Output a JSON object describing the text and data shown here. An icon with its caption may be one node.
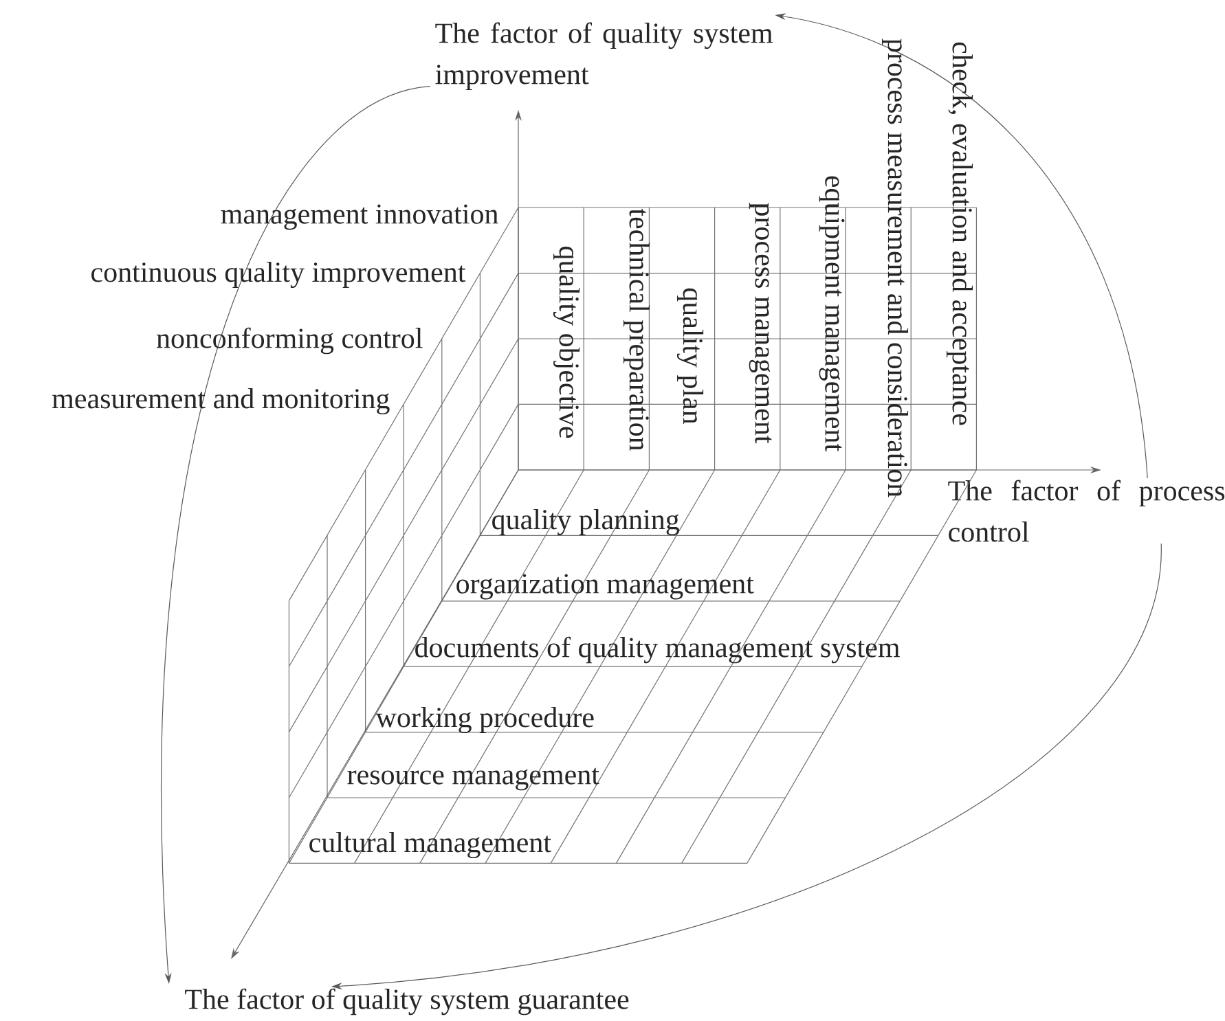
{
  "diagram": {
    "nodes": [
      {
        "text": [
          "The factor of quality system improvement"
        ]
      },
      {
        "text": [
          "The factor of process control"
        ]
      },
      {
        "text": [
          "The factor of quality system guarantee"
        ]
      }
    ],
    "edges": [
      {
        "from": 0,
        "to": 2,
        "arrow": "to"
      },
      {
        "from": 1,
        "to": 0,
        "arrow": "to"
      },
      {
        "from": 1,
        "to": 2,
        "arrow": "to"
      }
    ],
    "labels": [
      "management innovation",
      "continuous quality improvement",
      "nonconforming control",
      "measurement and monitoring",
      "quality objective",
      "technical preparation",
      "quality plan",
      "process management",
      "equipment management",
      "process measurement and consideration",
      "check, evaluation and acceptance",
      "quality planning",
      "organization management",
      "documents of quality management system",
      "working procedure",
      "resource management",
      "cultural management"
    ]
  }
}
